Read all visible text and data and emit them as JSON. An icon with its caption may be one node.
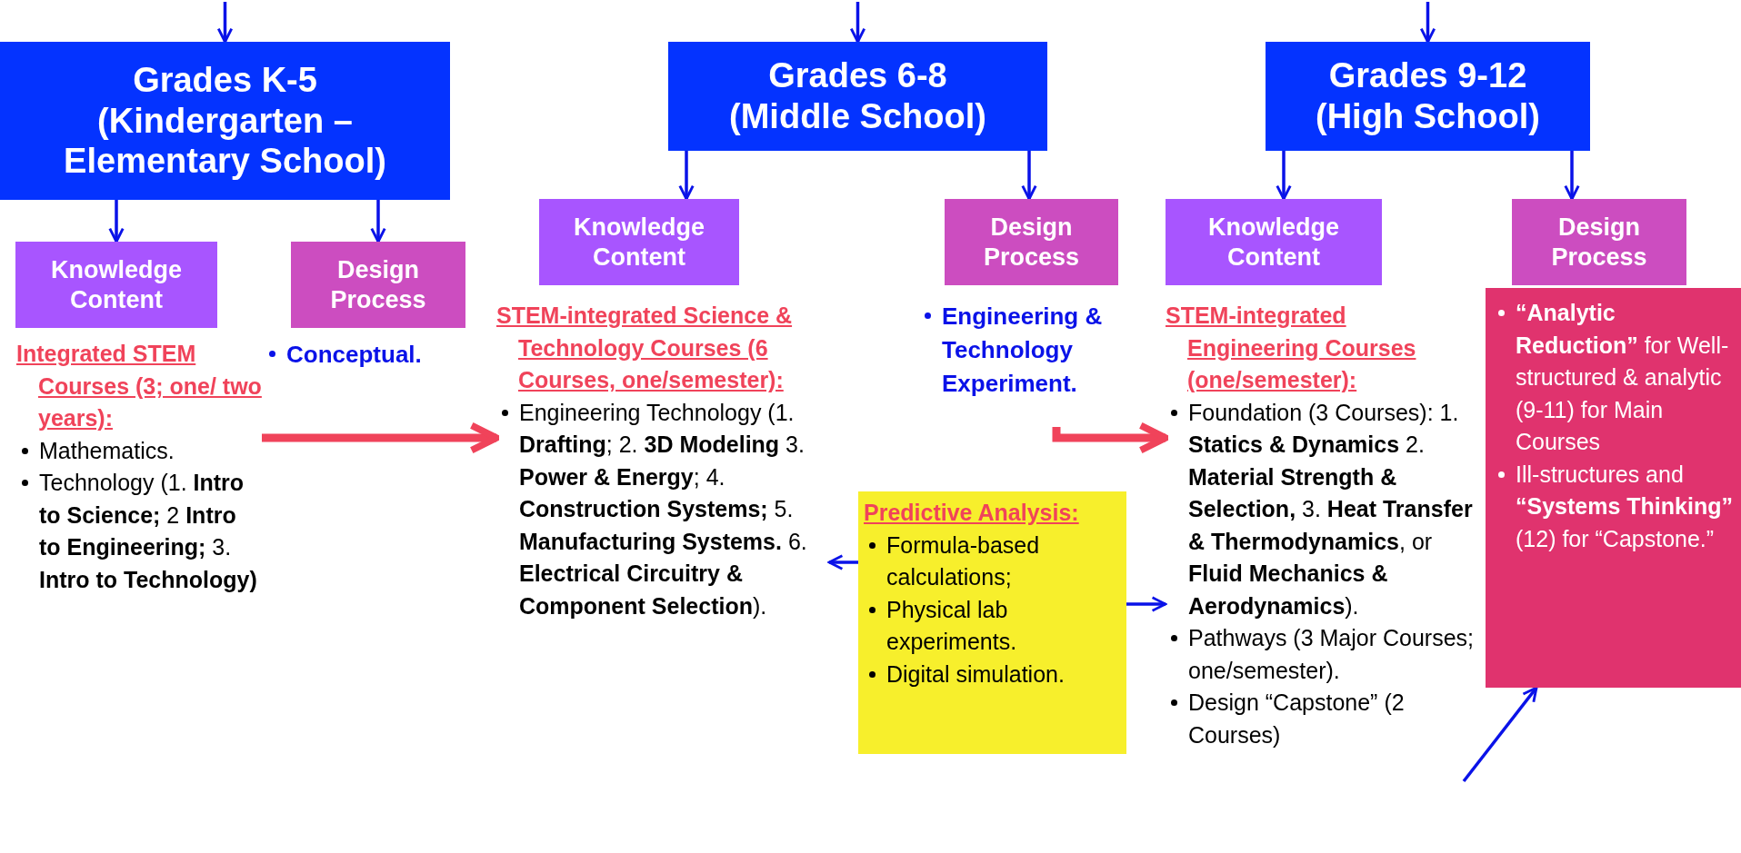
{
  "diagram": {
    "nodes": [
      {
        "text": [
          "Grades K-5 (Kindergarten – Elementary School)"
        ]
      },
      {
        "text": [
          "Knowledge Content"
        ]
      },
      {
        "text": [
          "Design Process"
        ]
      },
      {
        "text": [
          "Integrated STEM Courses (3; one/ two years):",
          "Mathematics.",
          "Technology (1. **Intro to Science;** 2 **Intro to Engineering;** 3. **Intro to Technology)**"
        ]
      },
      {
        "text": [
          "Conceptual."
        ]
      },
      {
        "text": [
          "Grades 6-8 (Middle School)"
        ]
      },
      {
        "text": [
          "Knowledge Content"
        ]
      },
      {
        "text": [
          "Design Process"
        ]
      },
      {
        "text": [
          "STEM-integrated Science & Technology Courses (6 Courses, one/semester):",
          "Engineering Technology (1. **Drafting**; 2. **3D Modeling** 3. **Power & Energy**; 4. **Construction Systems;** 5. **Manufacturing Systems.** 6. **Electrical Circuitry & Component Selection**)."
        ]
      },
      {
        "text": [
          "Engineering & Technology Experiment."
        ]
      },
      {
        "text": [
          "Predictive Analysis:",
          "Formula-based calculations;",
          "Physical lab experiments.",
          "Digital simulation."
        ]
      },
      {
        "text": [
          "Grades 9-12 (High School)"
        ]
      },
      {
        "text": [
          "Knowledge Content"
        ]
      },
      {
        "text": [
          "Design Process"
        ]
      },
      {
        "text": [
          "STEM-integrated Engineering Courses (one/semester):",
          "Foundation (3 Courses): 1. **Statics & Dynamics** 2. **Material Strength & Selection,** 3. **Heat Transfer & Thermodynamics**, or **Fluid Mechanics & Aerodynamics**).",
          "Pathways (3 Major Courses; one/semester).",
          "Design “Capstone” (2 Courses)"
        ]
      },
      {
        "text": [
          "**“Analytic Reduction”** for Well-structured & analytic (9-11) for Main Courses",
          "Ill-structures and **“Systems Thinking”** (12) for “Capstone.”"
        ]
      }
    ],
    "edges": [
      {
        "from": null,
        "to": 0,
        "arrow": "to"
      },
      {
        "from": 0,
        "to": 1,
        "arrow": "to"
      },
      {
        "from": 0,
        "to": 2,
        "arrow": "to"
      },
      {
        "from": null,
        "to": 5,
        "arrow": "to"
      },
      {
        "from": 5,
        "to": 6,
        "arrow": "to"
      },
      {
        "from": 5,
        "to": 7,
        "arrow": "to"
      },
      {
        "from": null,
        "to": 11,
        "arrow": "to"
      },
      {
        "from": 11,
        "to": 12,
        "arrow": "to"
      },
      {
        "from": 11,
        "to": 13,
        "arrow": "to"
      },
      {
        "from": 3,
        "to": 8,
        "arrow": "to",
        "style": "thick",
        "color": "#f0435a"
      },
      {
        "from": 9,
        "to": 14,
        "arrow": "to",
        "style": "thick",
        "color": "#f0435a"
      },
      {
        "from": 10,
        "to": 8,
        "arrow": "to"
      },
      {
        "from": 10,
        "to": 14,
        "arrow": "to"
      },
      {
        "from": 14,
        "to": 15,
        "arrow": "to"
      }
    ]
  }
}
